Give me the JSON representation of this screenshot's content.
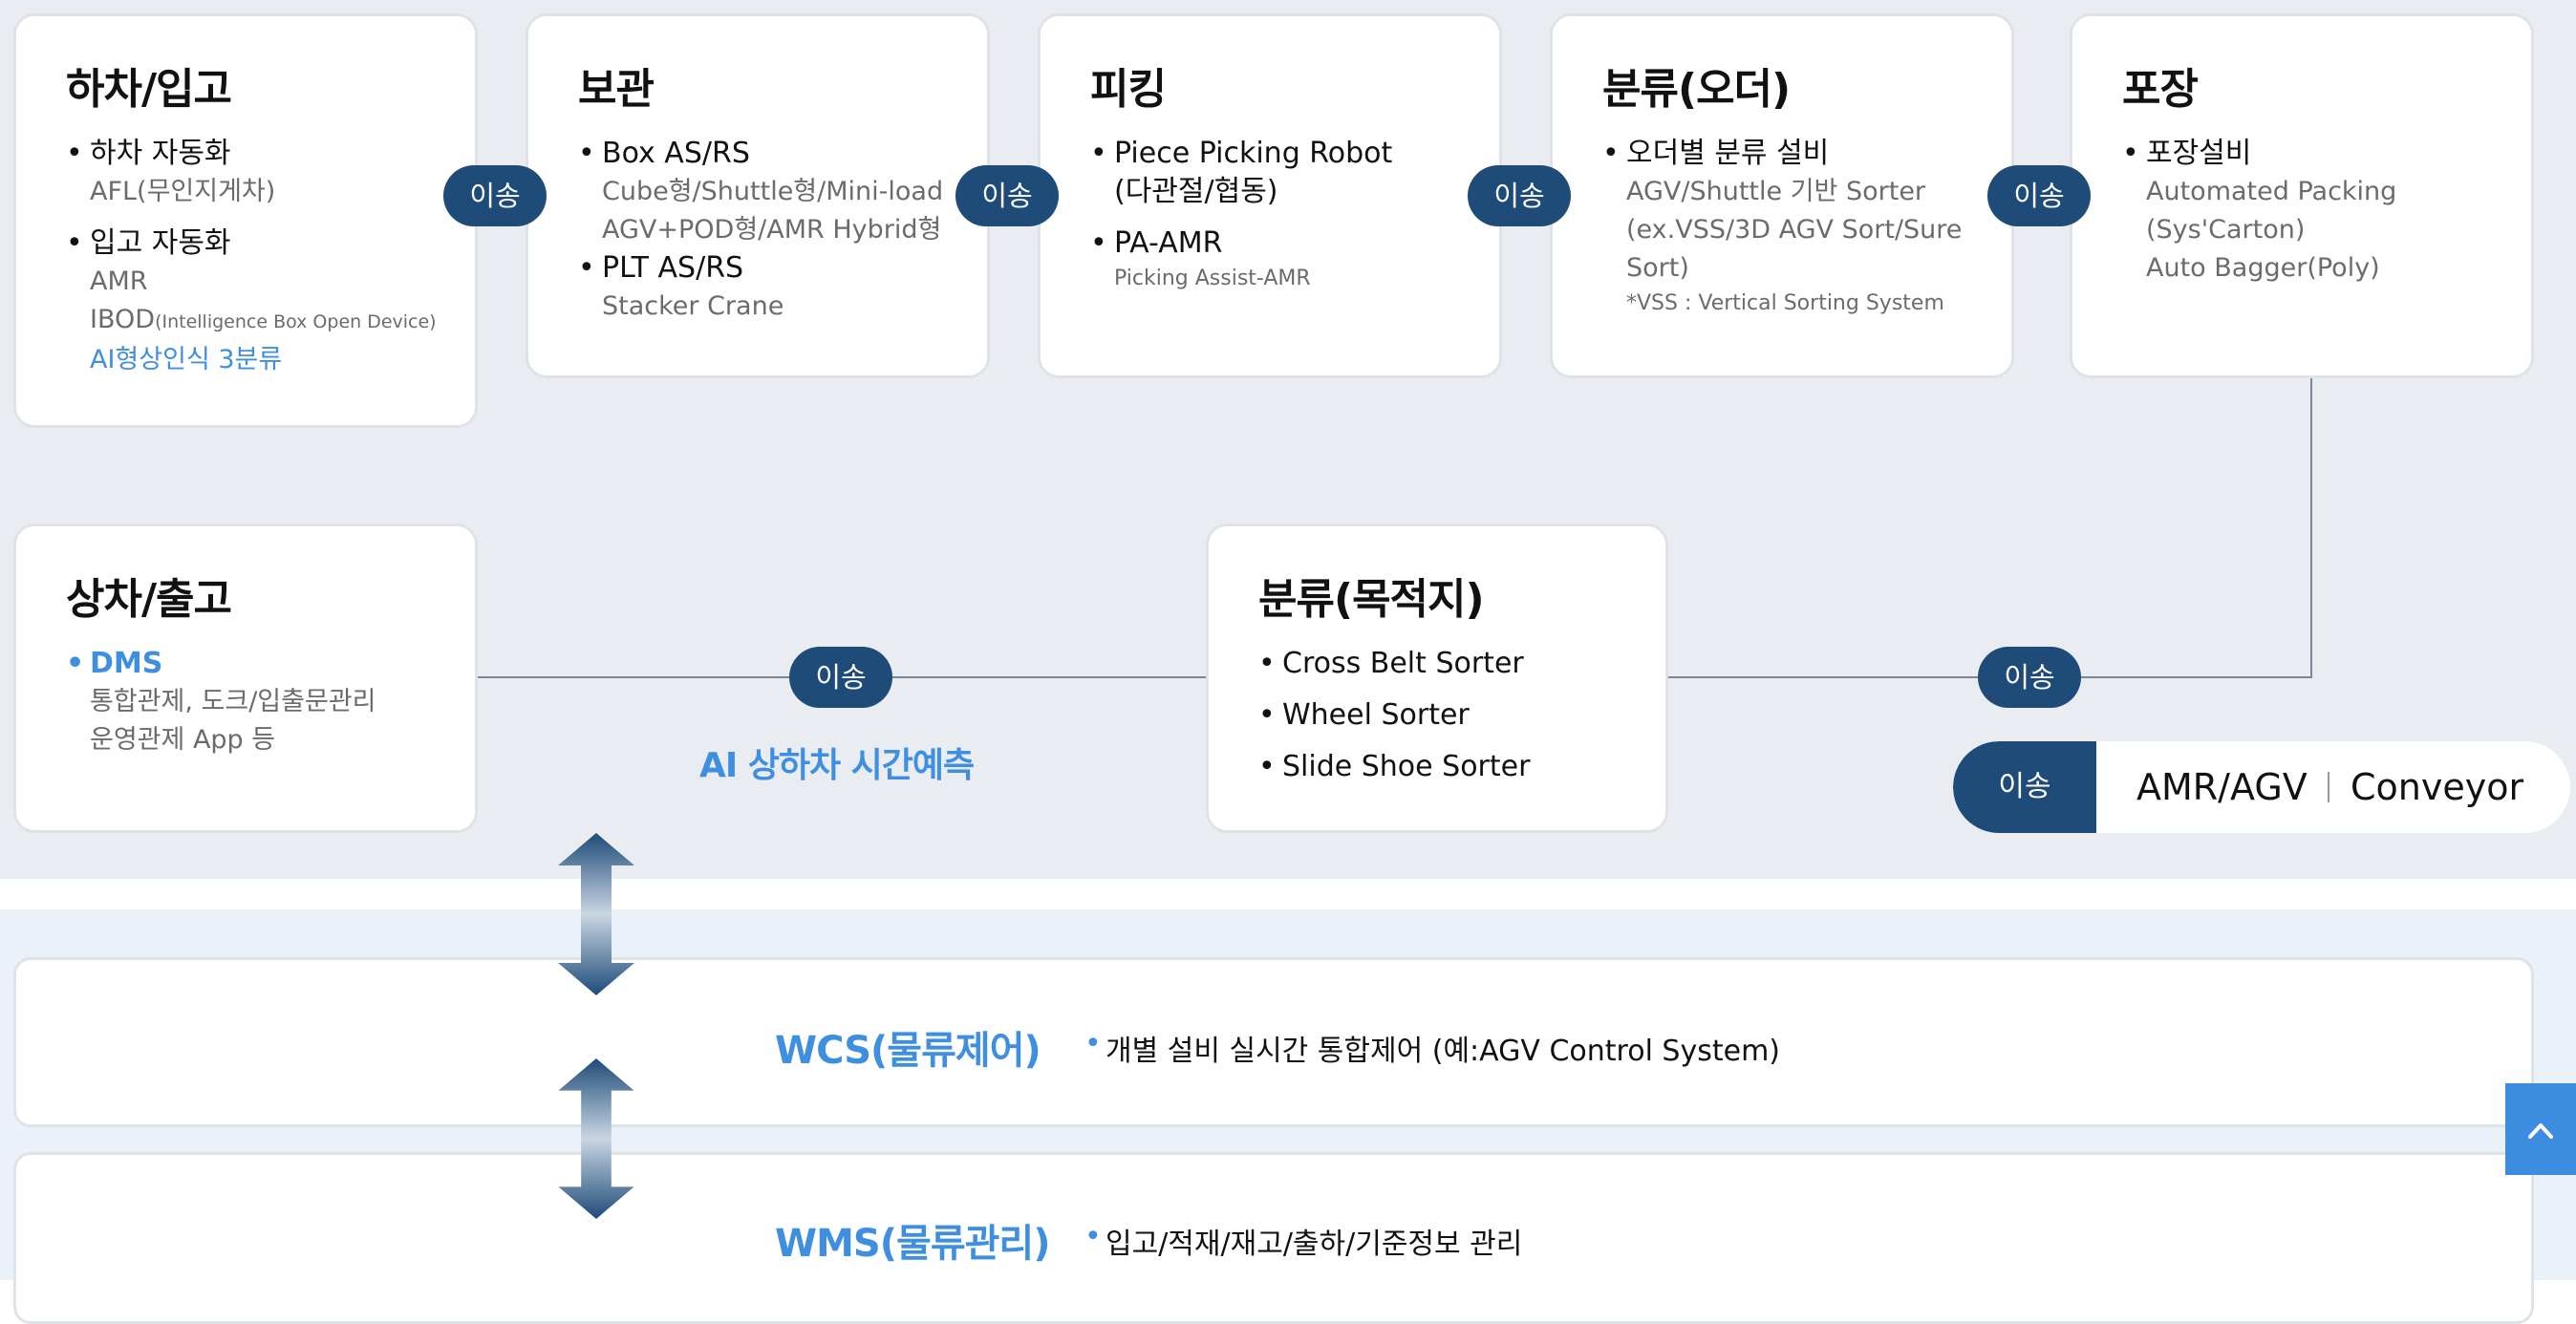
{
  "process": {
    "unloading": {
      "title": "하차/입고",
      "items": [
        {
          "label": "하차 자동화",
          "details": [
            "AFL(무인지게차)"
          ]
        },
        {
          "label": "입고 자동화",
          "details": [
            "AMR"
          ],
          "ibod_main": "IBOD",
          "ibod_note": "(Intelligence Box Open Device)",
          "highlight": "AI형상인식 3분류"
        }
      ]
    },
    "storage": {
      "title": "보관",
      "items": [
        {
          "label": "Box AS/RS",
          "details": [
            "Cube형/Shuttle형/Mini-load",
            "AGV+POD형/AMR Hybrid형"
          ]
        },
        {
          "label": "PLT AS/RS",
          "details": [
            "Stacker Crane"
          ]
        }
      ]
    },
    "picking": {
      "title": "피킹",
      "items": [
        {
          "label": "Piece Picking Robot",
          "label2": "(다관절/협동)"
        },
        {
          "label": "PA-AMR",
          "details": [
            "Picking Assist-AMR"
          ]
        }
      ]
    },
    "sort_order": {
      "title": "분류(오더)",
      "items": [
        {
          "label": "오더별 분류 설비",
          "details": [
            "AGV/Shuttle 기반 Sorter",
            "(ex.VSS/3D AGV Sort/Sure",
            "Sort)"
          ],
          "note": "*VSS : Vertical Sorting System"
        }
      ]
    },
    "packing": {
      "title": "포장",
      "items": [
        {
          "label": "포장설비",
          "details": [
            "Automated Packing",
            "(Sys'Carton)",
            "Auto Bagger(Poly)"
          ]
        }
      ]
    },
    "loading": {
      "title": "상차/출고",
      "items": [
        {
          "label": "DMS",
          "details": [
            "통합관제, 도크/입출문관리",
            "운영관제 App 등"
          ]
        }
      ]
    },
    "sort_dest": {
      "title": "분류(목적지)",
      "items": [
        "Cross Belt Sorter",
        "Wheel Sorter",
        "Slide Shoe Sorter"
      ]
    }
  },
  "transfer_label": "이송",
  "ai_label": "AI 상하차 시간예측",
  "legend": {
    "pill": "이송",
    "item1": "AMR/AGV",
    "item2": "Conveyor"
  },
  "systems": [
    {
      "title": "WCS(물류제어)",
      "desc": "개별 설비 실시간 통합제어 (예:AGV Control System)"
    },
    {
      "title": "WMS(물류관리)",
      "desc": "입고/적재/재고/출하/기준정보 관리"
    }
  ],
  "colors": {
    "accent": "#3f8fe0",
    "pill": "#1e4b78",
    "band": "#e9edf2"
  },
  "icons": {
    "scroll_top": "chevron-up-icon",
    "arrow": "double-arrow-icon"
  }
}
